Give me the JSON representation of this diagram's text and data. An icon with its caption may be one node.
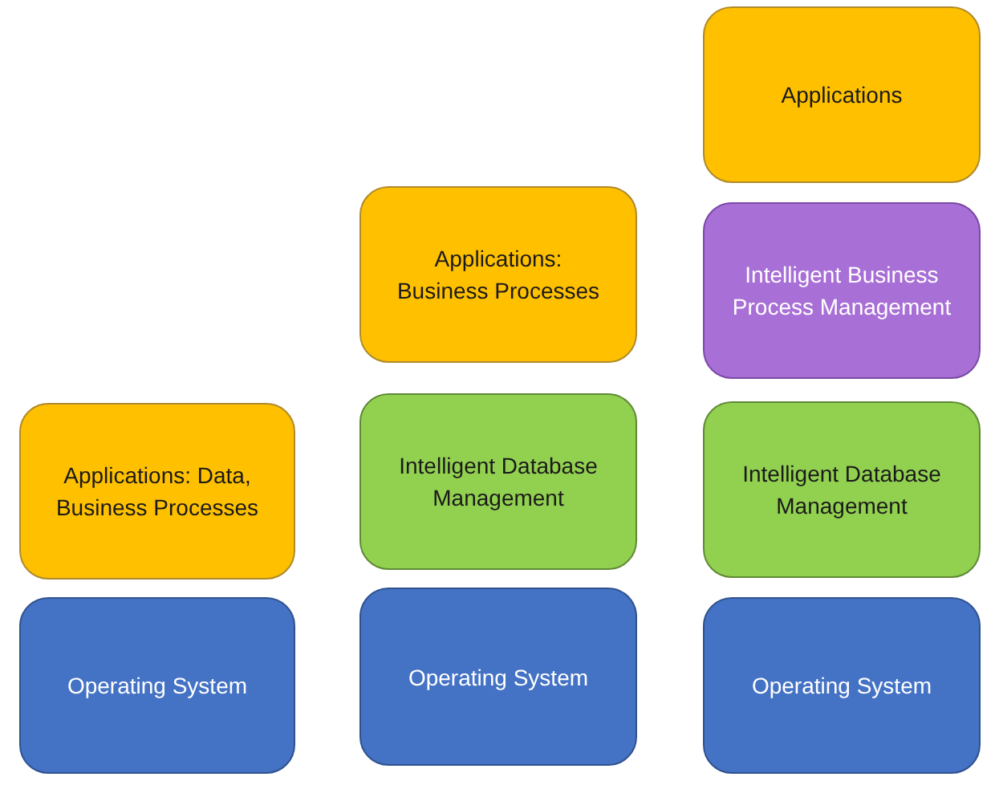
{
  "diagram": {
    "nodes": [
      {
        "text": [
          "Applications: Data, Business Processes"
        ]
      },
      {
        "text": [
          "Operating System"
        ]
      },
      {
        "text": [
          "Applications: Business Processes"
        ]
      },
      {
        "text": [
          "Intelligent Database Management"
        ]
      },
      {
        "text": [
          "Operating System"
        ]
      },
      {
        "text": [
          "Applications"
        ]
      },
      {
        "text": [
          "Intelligent Business Process Management"
        ]
      },
      {
        "text": [
          "Intelligent Database Management"
        ]
      },
      {
        "text": [
          "Operating System"
        ]
      }
    ]
  }
}
